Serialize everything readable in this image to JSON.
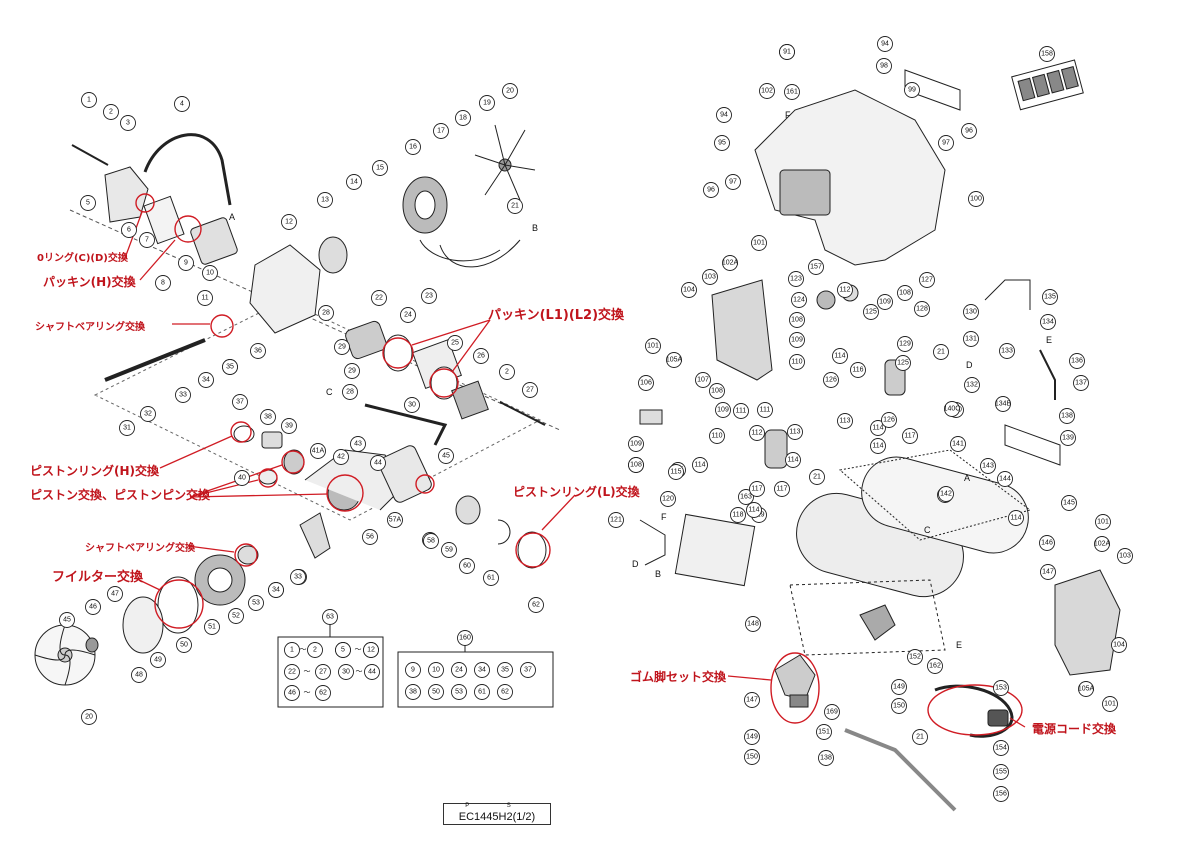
{
  "callouts": {
    "o_ring": "0リング(C)(D)交換",
    "packing_h": "パッキン(H)交換",
    "shaft_bearing_1": "シャフトベアリング交換",
    "packing_l1l2": "パッキン(L1)(L2)交換",
    "piston_ring_h": "ピストンリング(H)交換",
    "piston_pin": "ピストン交換、ピストンピン交換",
    "piston_ring_l": "ピストンリング(L)交換",
    "shaft_bearing_2": "シャフトベアリング交換",
    "filter": "フイルター交換",
    "rubber_feet": "ゴム脚セット交換",
    "power_cord": "電源コード交換"
  },
  "letters": {
    "A": "A",
    "B": "B",
    "C": "C",
    "D": "D",
    "E": "E",
    "F": "F"
  },
  "group63": {
    "title": "63",
    "row1": [
      "1",
      "2",
      "3",
      "5",
      "12"
    ],
    "row2": [
      "22",
      "27",
      "30",
      "44"
    ],
    "row3": [
      "46",
      "62"
    ]
  },
  "group160": {
    "title": "160",
    "row1": [
      "9",
      "10",
      "24",
      "34",
      "35",
      "37"
    ],
    "row2": [
      "38",
      "50",
      "53",
      "61",
      "62"
    ]
  },
  "title_block": {
    "top": "P  S",
    "code": "EC1445H2(1/2)"
  },
  "parts_left": [
    "1",
    "2",
    "3",
    "4",
    "5",
    "6",
    "7",
    "8",
    "9",
    "10",
    "11",
    "12",
    "13",
    "14",
    "15",
    "16",
    "17",
    "18",
    "19",
    "20",
    "21",
    "22",
    "23",
    "24",
    "25",
    "26",
    "27",
    "28",
    "29",
    "30",
    "31",
    "32",
    "33",
    "34",
    "35",
    "36",
    "37",
    "38",
    "39",
    "40",
    "41A",
    "42",
    "43",
    "44",
    "45",
    "46",
    "47",
    "48",
    "49",
    "50",
    "51",
    "52",
    "53",
    "54",
    "55",
    "56",
    "57A",
    "58",
    "59",
    "60",
    "61",
    "62"
  ],
  "parts_right": [
    "91",
    "94",
    "98",
    "99",
    "100",
    "101",
    "102",
    "103",
    "104",
    "105A",
    "106",
    "107",
    "108",
    "109",
    "110",
    "111",
    "112",
    "113",
    "114",
    "115",
    "116",
    "117",
    "118",
    "119",
    "120",
    "121",
    "123",
    "124",
    "125",
    "126",
    "127",
    "128",
    "129",
    "130",
    "131",
    "132",
    "133",
    "134",
    "135",
    "136",
    "137",
    "138",
    "139",
    "140",
    "141",
    "142",
    "143",
    "144",
    "145",
    "146",
    "147",
    "148",
    "149",
    "150",
    "151",
    "152",
    "153",
    "154",
    "155",
    "156",
    "157",
    "158",
    "161",
    "162",
    "163",
    "169"
  ]
}
